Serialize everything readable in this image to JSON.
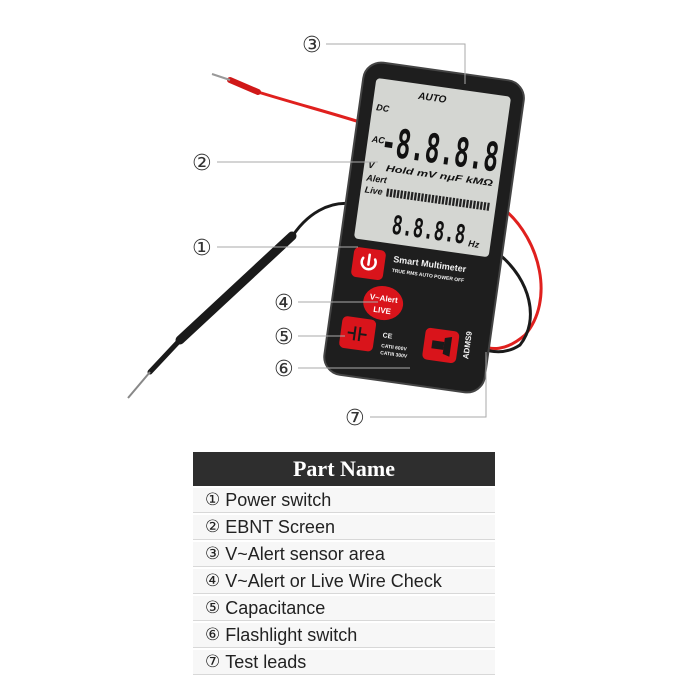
{
  "callouts": [
    "③",
    "②",
    "①",
    "④",
    "⑤",
    "⑥",
    "⑦"
  ],
  "lcd": {
    "top_auto": "AUTO",
    "dc": "DC",
    "ac": "AC",
    "main_digits": "-8.8.8.8",
    "volt": "V",
    "hold_units": "Hold mV nμF kMΩ",
    "alert": "Alert",
    "live": "Live",
    "sub_digits": "8.8.8.8",
    "hz": "Hz"
  },
  "device": {
    "brand": "Smart Multimeter",
    "subtitle": "TRUE RMS AUTO POWER OFF",
    "valert_line1": "V~Alert",
    "valert_line2": "LIVE",
    "model": "ADMS9",
    "rating1": "CATII 600V",
    "rating2": "CATIII 300V",
    "ce": "CE"
  },
  "table": {
    "title": "Part Name",
    "rows": [
      {
        "num": "①",
        "label": "Power switch"
      },
      {
        "num": "②",
        "label": "EBNT Screen"
      },
      {
        "num": "③",
        "label": "V~Alert sensor area"
      },
      {
        "num": "④",
        "label": "V~Alert or Live Wire Check"
      },
      {
        "num": "⑤",
        "label": "Capacitance"
      },
      {
        "num": "⑥",
        "label": "Flashlight switch"
      },
      {
        "num": "⑦",
        "label": "Test leads"
      }
    ]
  },
  "colors": {
    "probe_red": "#e0201e",
    "device_body": "#1e1e1e",
    "lcd_bg": "#d4d6d2",
    "button_red": "#d9141b",
    "header_bg": "#2e2e2e"
  }
}
